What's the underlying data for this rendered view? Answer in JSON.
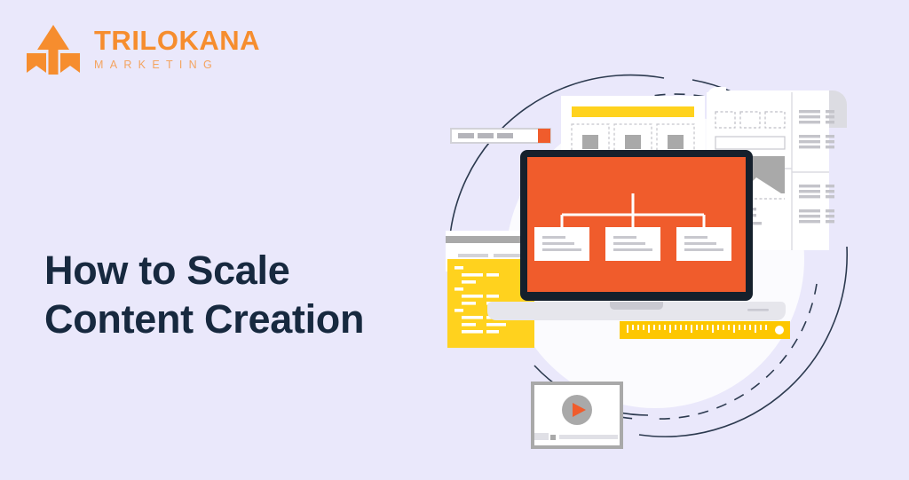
{
  "page": {
    "background_color": "#eae8fb",
    "title": "How to Scale Content Creation"
  },
  "logo": {
    "name": "TRILOKANA",
    "tagline": "MARKETING",
    "mark_icon": "trilokana-arrow-mark",
    "brand_color": "#F68D2E",
    "tagline_color": "#F4A460"
  },
  "headline": {
    "line1": "How to Scale",
    "line2": "Content Creation",
    "color": "#17293f"
  },
  "illustration": {
    "name": "content-creation-illustration",
    "colors": {
      "orange": "#F05C2C",
      "yellow": "#FFD21E",
      "yellow_deep": "#FDC700",
      "navy": "#1f2d3d",
      "gray": "#a9a9a9",
      "light_gray": "#d7d7d7",
      "white": "#ffffff",
      "circle_fill": "#fbfbfe"
    },
    "parts": [
      {
        "name": "backdrop-circle",
        "kind": "circle"
      },
      {
        "name": "solid-arc-outer",
        "kind": "arc"
      },
      {
        "name": "dashed-arc-top",
        "kind": "arc-dashed"
      },
      {
        "name": "dashed-arc-left",
        "kind": "arc-dashed"
      },
      {
        "name": "dashed-arc-bottom",
        "kind": "arc-dashed"
      },
      {
        "name": "browser-address-bar",
        "kind": "ui-bar"
      },
      {
        "name": "layout-card",
        "kind": "card"
      },
      {
        "name": "document-stack",
        "kind": "document"
      },
      {
        "name": "laptop",
        "kind": "device"
      },
      {
        "name": "sitemap-diagram",
        "kind": "diagram"
      },
      {
        "name": "code-panel",
        "kind": "panel"
      },
      {
        "name": "ruler",
        "kind": "tool"
      },
      {
        "name": "video-player",
        "kind": "media"
      }
    ]
  }
}
